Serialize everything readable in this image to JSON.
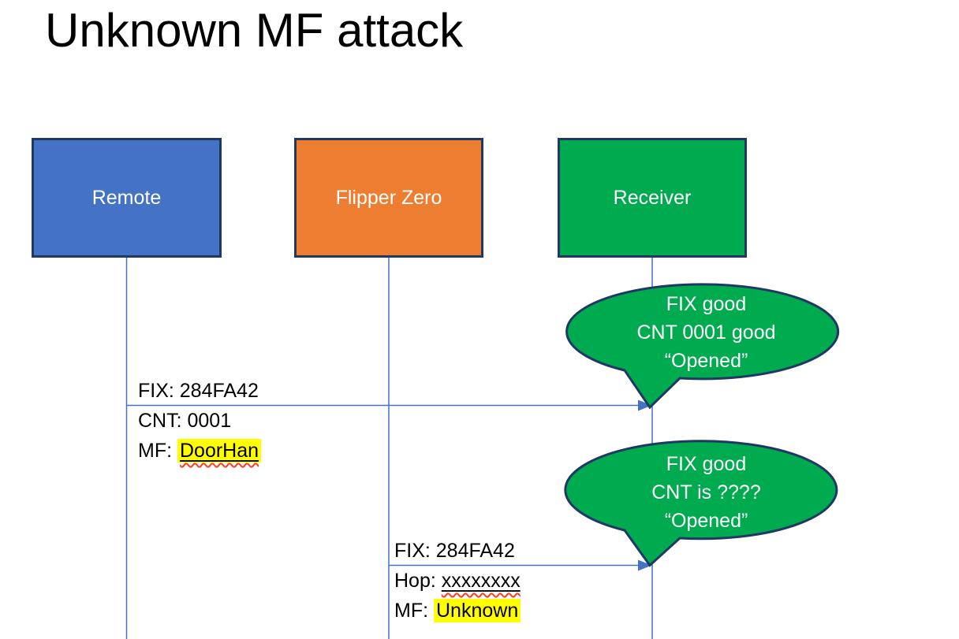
{
  "title": "Unknown MF attack",
  "colors": {
    "actor_border": "#1F3864",
    "line": "#4472C4",
    "callout_fill": "#00AB50",
    "callout_border": "#1F3864",
    "highlight": "#FFFF00",
    "spellcheck": "#FF3B21",
    "remote_fill": "#4472C4",
    "flipper_fill": "#ED7D31",
    "receiver_fill": "#00AB50"
  },
  "actors": [
    {
      "label": "Remote"
    },
    {
      "label": "Flipper Zero"
    },
    {
      "label": "Receiver"
    }
  ],
  "messages": [
    {
      "above": "FIX: 284FA42",
      "line2": "CNT: 0001",
      "line3_prefix": "MF: ",
      "line3_value": "DoorHan"
    },
    {
      "above": "FIX: 284FA42",
      "line2_prefix": "Hop: ",
      "line2_value": "xxxxxxxx",
      "line3_prefix": "MF: ",
      "line3_value": "Unknown"
    }
  ],
  "callouts": [
    {
      "line1": "FIX good",
      "line2": "CNT 0001 good",
      "line3": "“Opened”"
    },
    {
      "line1": "FIX good",
      "line2": "CNT is ????",
      "line3": "“Opened”"
    }
  ]
}
